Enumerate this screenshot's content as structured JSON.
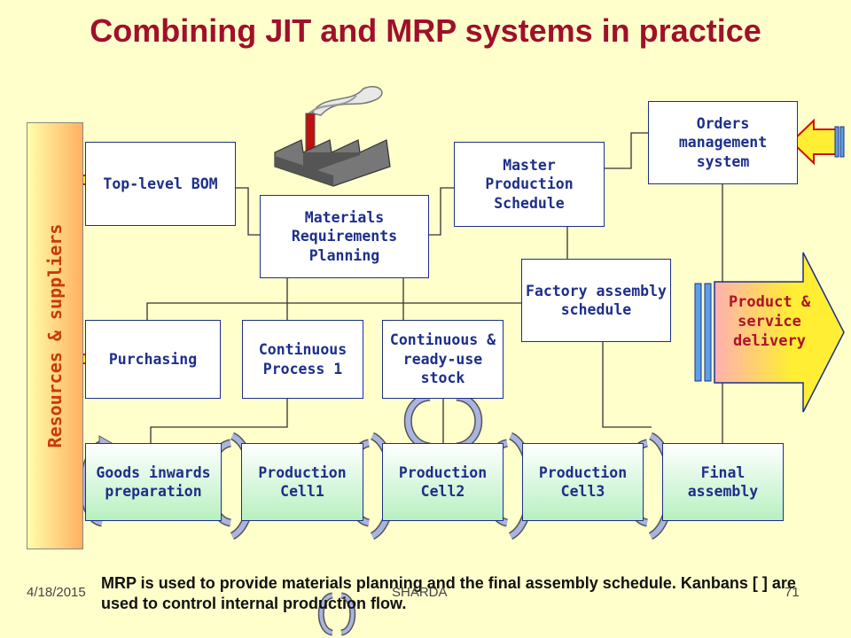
{
  "title": "Combining JIT and MRP systems in practice",
  "sidebar_label": "Resources & suppliers",
  "boxes": {
    "top_bom": "Top-level BOM",
    "mrp": "Materials Requirements Planning",
    "mps": "Master Production Schedule",
    "orders": "Orders management system",
    "factory": "Factory assembly schedule",
    "purchasing": "Purchasing",
    "cp1": "Continuous Process 1",
    "stock": "Continuous & ready-use stock"
  },
  "cells": {
    "goods": "Goods inwards preparation",
    "cell1": "Production Cell1",
    "cell2": "Production Cell2",
    "cell3": "Production Cell3",
    "final": "Final assembly"
  },
  "delivery": "Product & service delivery",
  "caption": "MRP is used to provide materials planning and the final assembly schedule. Kanbans [ ] are used to control internal production flow.",
  "footer": {
    "date": "4/18/2015",
    "author": "SHARDA",
    "page": "71"
  },
  "colors": {
    "title": "#a0102a",
    "box_border": "#1d2f8a",
    "sidebar_text": "#c83a0a",
    "delivery_fill": "#ffee33"
  }
}
